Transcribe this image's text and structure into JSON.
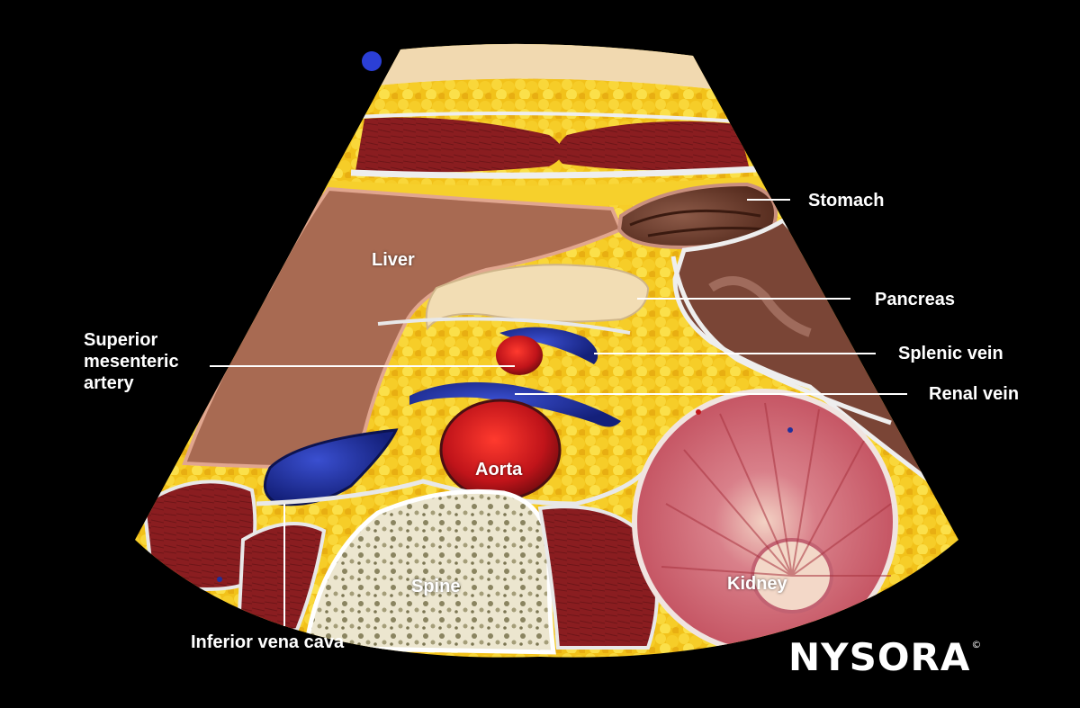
{
  "labels": {
    "stomach": "Stomach",
    "liver": "Liver",
    "pancreas": "Pancreas",
    "sma_line1": "Superior",
    "sma_line2": "mesenteric",
    "sma_line3": "artery",
    "splenic_vein": "Splenic vein",
    "renal_vein": "Renal vein",
    "aorta": "Aorta",
    "spine": "Spine",
    "kidney": "Kidney",
    "ivc": "Inferior vena cava"
  },
  "logo": {
    "text": "NYSORA",
    "mark": "©"
  },
  "colors": {
    "background": "#000000",
    "fat": "#f5c818",
    "muscle": "#8e1f22",
    "liver": "#a86a52",
    "vein": "#1f2f9c",
    "artery": "#c2171b",
    "bone": "#ece7d2",
    "kidney": "#c85a66",
    "stomach_wall": "#6a3326",
    "fascia": "#e8e8e8",
    "probe_marker": "#2b3fd6"
  }
}
